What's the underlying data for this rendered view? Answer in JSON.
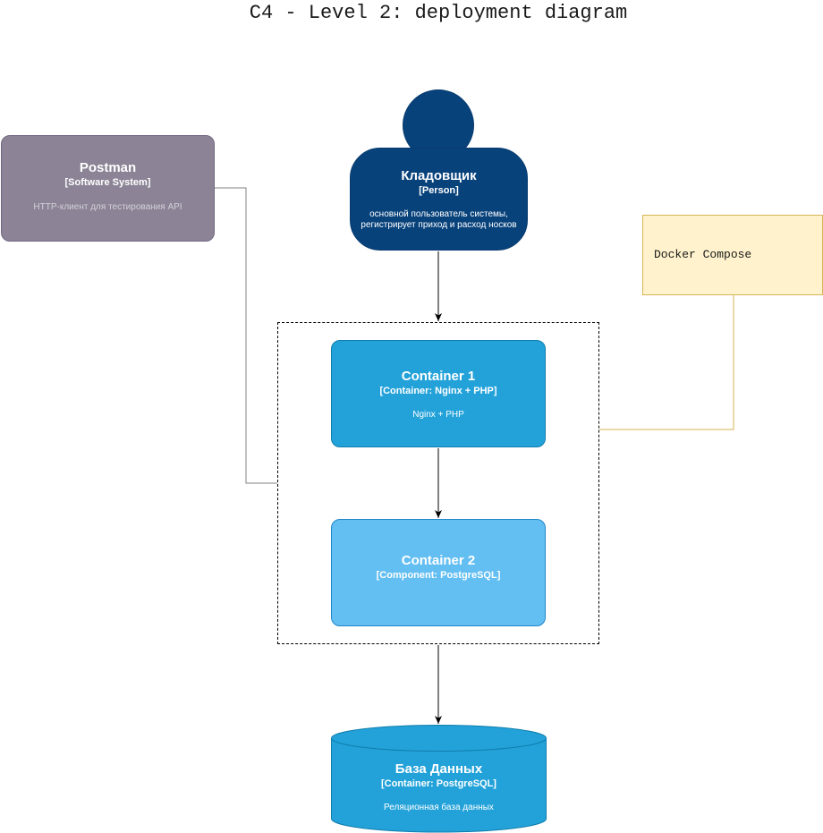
{
  "title": "C4 - Level 2: deployment diagram",
  "nodes": {
    "postman": {
      "name": "Postman",
      "type": "[Software System]",
      "description": "HTTP-клиент для тестирования API"
    },
    "person": {
      "name": "Кладовщик",
      "type": "[Person]",
      "description_line1": "основной пользователь системы,",
      "description_line2": "регистрирует приход и расход носков"
    },
    "note": {
      "text": "Docker Compose"
    },
    "container1": {
      "name": "Container 1",
      "type": "[Container: Nginx + PHP]",
      "description": "Nginx + PHP"
    },
    "container2": {
      "name": "Container 2",
      "type": "[Component: PostgreSQL]"
    },
    "database": {
      "name": "База Данных",
      "type": "[Container: PostgreSQL]",
      "description": "Реляционная база данных"
    }
  },
  "colors": {
    "person": "#08427b",
    "external_system": "#8c8496",
    "container": "#23a2d9",
    "component": "#63bef2",
    "note_fill": "#fff2cc",
    "note_border": "#d6b656"
  }
}
